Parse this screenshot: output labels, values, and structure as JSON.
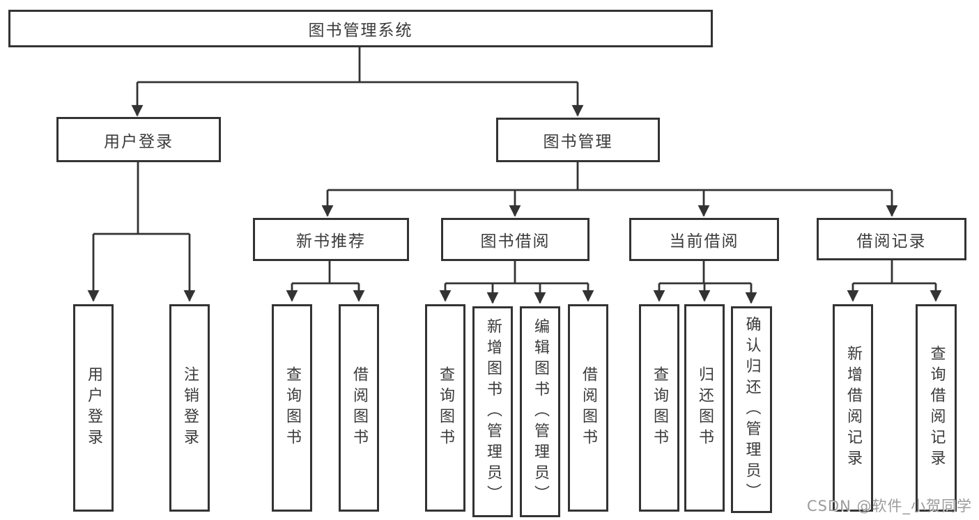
{
  "diagram": {
    "type": "hierarchy-tree",
    "root": {
      "label": "图书管理系统",
      "children": [
        {
          "label": "用户登录",
          "children": [
            {
              "label": "用户登录"
            },
            {
              "label": "注销登录"
            }
          ]
        },
        {
          "label": "图书管理",
          "children": [
            {
              "label": "新书推荐",
              "children": [
                {
                  "label": "查询图书"
                },
                {
                  "label": "借阅图书"
                }
              ]
            },
            {
              "label": "图书借阅",
              "children": [
                {
                  "label": "查询图书"
                },
                {
                  "label": "新增图书（管理员）"
                },
                {
                  "label": "编辑图书（管理员）"
                },
                {
                  "label": "借阅图书"
                }
              ]
            },
            {
              "label": "当前借阅",
              "children": [
                {
                  "label": "查询图书"
                },
                {
                  "label": "归还图书"
                },
                {
                  "label": "确认归还（管理员）"
                }
              ]
            },
            {
              "label": "借阅记录",
              "children": [
                {
                  "label": "新增借阅记录"
                },
                {
                  "label": "查询借阅记录"
                }
              ]
            }
          ]
        }
      ]
    },
    "colors": {
      "line": "#333333",
      "box_border": "#333333",
      "text": "#3a3a3a",
      "background": "#ffffff",
      "watermark": "#828282"
    }
  },
  "watermark": {
    "text": "CSDN @软件_小贺同学"
  }
}
